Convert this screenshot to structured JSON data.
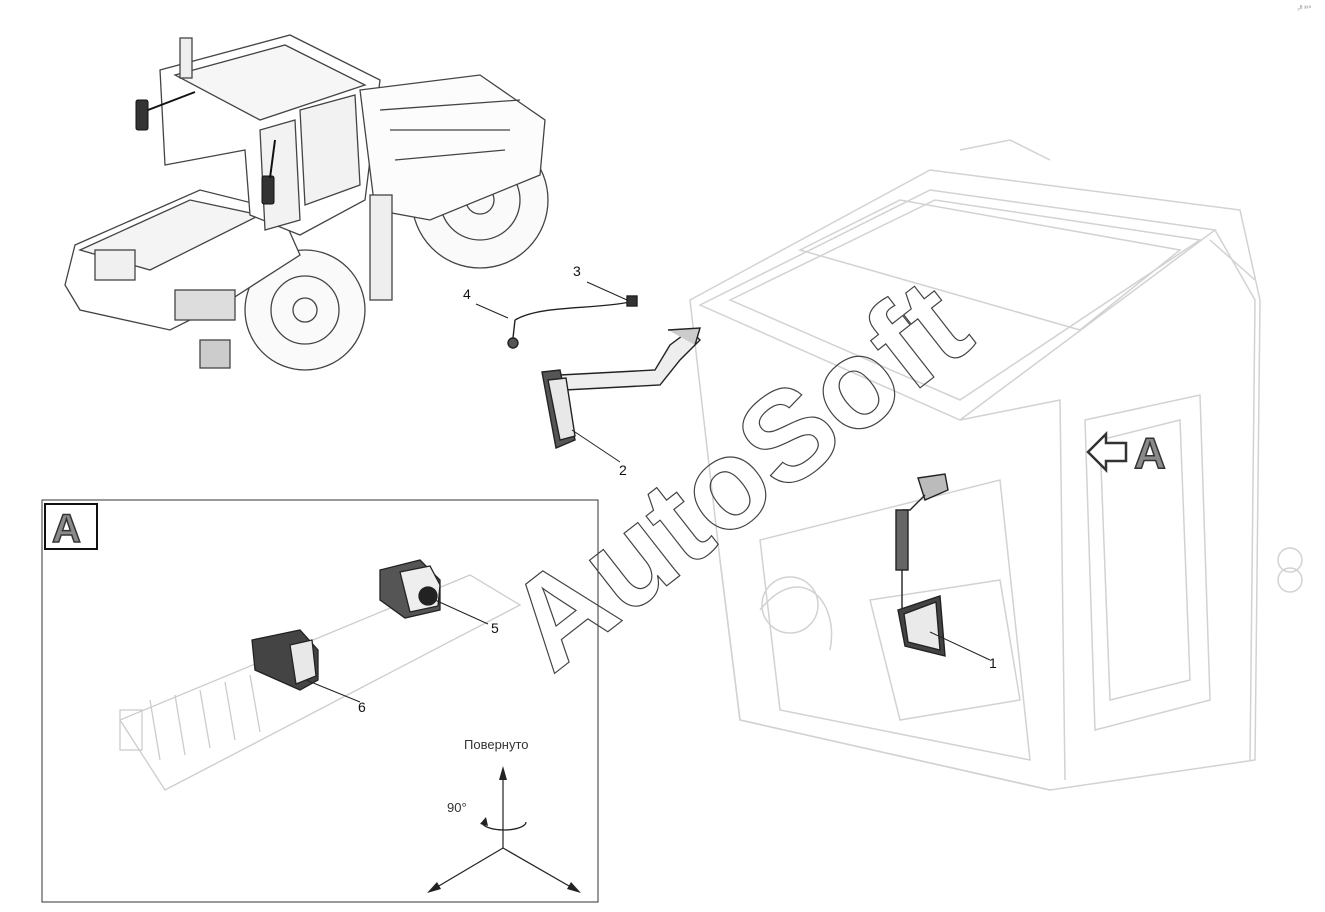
{
  "corner_mark": "₀ᴮ ³⁹⁰",
  "watermark": "AutoSoft",
  "view_label": "A",
  "detail_label": "A",
  "callouts": [
    {
      "id": "1",
      "text": "1"
    },
    {
      "id": "2",
      "text": "2"
    },
    {
      "id": "3",
      "text": "3"
    },
    {
      "id": "4",
      "text": "4"
    },
    {
      "id": "5",
      "text": "5"
    },
    {
      "id": "6",
      "text": "6"
    }
  ],
  "rotation_note": "Повернуто",
  "rotation_angle": "90°",
  "colors": {
    "line": "#222222",
    "faded": "#cfcfcf",
    "label_fill": "#8a8a8a"
  }
}
